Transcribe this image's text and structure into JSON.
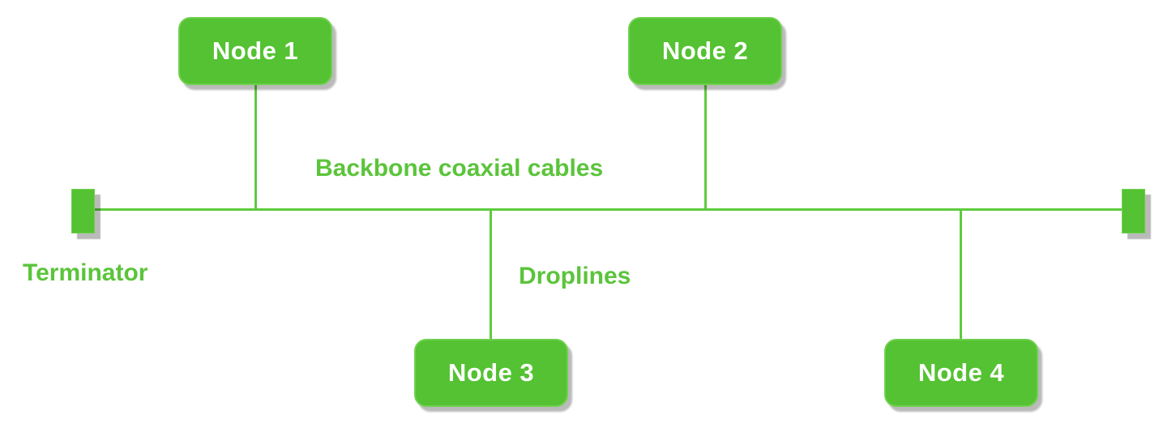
{
  "diagram": {
    "type": "bus-network-topology",
    "labels": {
      "backbone": "Backbone coaxial cables",
      "terminator": "Terminator",
      "droplines": "Droplines"
    },
    "nodes": [
      {
        "label": "Node 1",
        "position": "top-left"
      },
      {
        "label": "Node 2",
        "position": "top-right"
      },
      {
        "label": "Node 3",
        "position": "bottom-left"
      },
      {
        "label": "Node 4",
        "position": "bottom-right"
      }
    ],
    "terminators": [
      {
        "side": "left"
      },
      {
        "side": "right"
      }
    ],
    "colors": {
      "green_fill": "#54c232",
      "green_border": "#6fd04f",
      "green_line": "#5ecb3e",
      "green_text": "#5bc43b",
      "node_text": "#ffffff",
      "shadow": "rgba(0,0,0,0.27)",
      "background": "#ffffff"
    }
  }
}
